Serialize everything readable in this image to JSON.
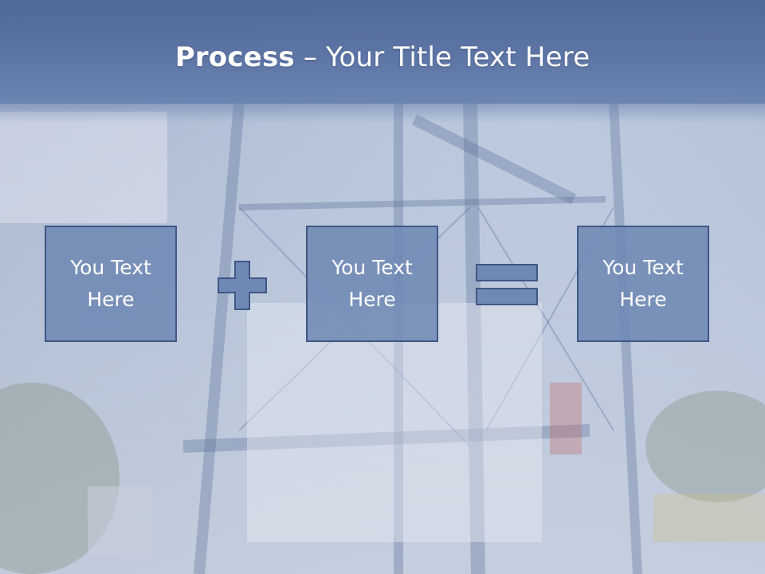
{
  "slide": {
    "title_bold": "Process",
    "title_rest": " – Your Title Text Here"
  },
  "boxes": [
    {
      "line1": "You Text",
      "line2": "Here"
    },
    {
      "line1": "You Text",
      "line2": "Here"
    },
    {
      "line1": "You Text",
      "line2": "Here"
    }
  ],
  "operators": [
    "plus-icon",
    "equals-icon"
  ],
  "colors": {
    "header": "#5a72a3",
    "box_fill": "#7089b4",
    "box_border": "#3f5786",
    "text": "#ffffff"
  }
}
